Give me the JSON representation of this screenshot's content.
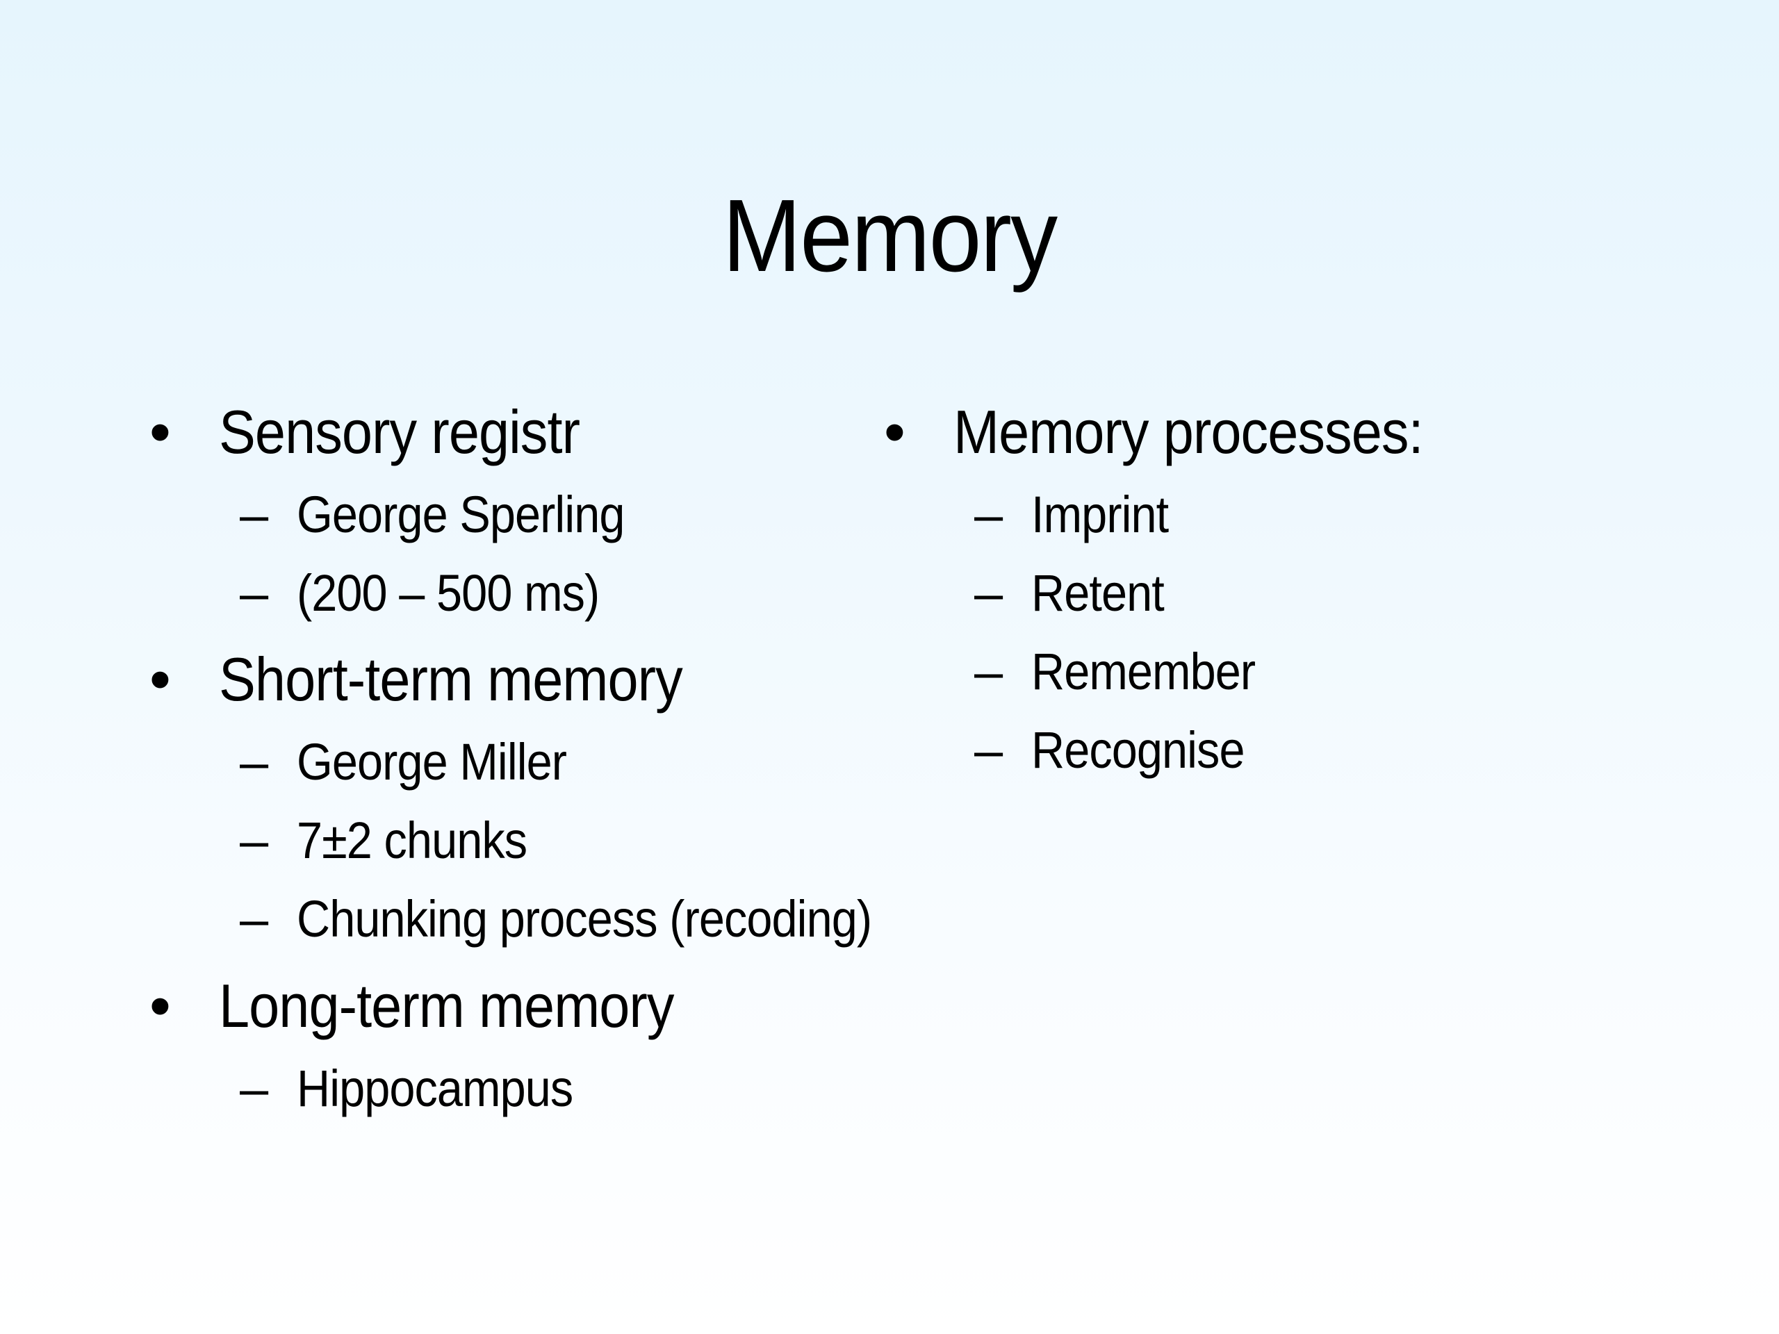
{
  "slide": {
    "title": "Memory",
    "left_column": [
      {
        "text": "Sensory registr",
        "children": [
          "George Sperling",
          "(200 – 500 ms)"
        ]
      },
      {
        "text": "Short-term memory",
        "children": [
          "George Miller",
          "7±2 chunks",
          "Chunking process (recoding)"
        ]
      },
      {
        "text": "Long-term memory",
        "children": [
          "Hippocampus"
        ]
      }
    ],
    "right_column": [
      {
        "text": "Memory processes:",
        "children": [
          "Imprint",
          "Retent",
          "Remember",
          "Recognise"
        ]
      }
    ],
    "bullet_glyph": "•",
    "sub_bullet_glyph": "–"
  }
}
